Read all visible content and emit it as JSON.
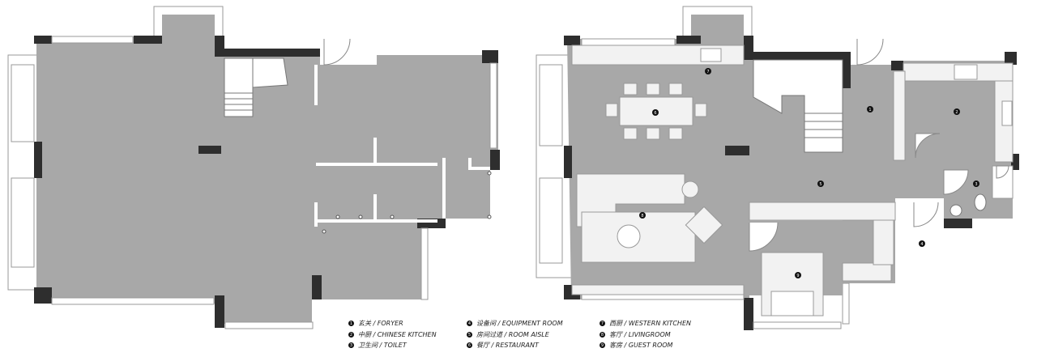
{
  "legend": [
    {
      "num": "1",
      "label": "玄关 / FORYER"
    },
    {
      "num": "2",
      "label": "中厨 / CHINESE KITCHEN"
    },
    {
      "num": "3",
      "label": "卫生间 / TOILET"
    },
    {
      "num": "4",
      "label": "设备间 / EQUIPMENT ROOM"
    },
    {
      "num": "5",
      "label": "房间过道 / ROOM AISLE"
    },
    {
      "num": "6",
      "label": "餐厅 / RESTAURANT"
    },
    {
      "num": "7",
      "label": "西厨 / WESTERN KITCHEN"
    },
    {
      "num": "8",
      "label": "客厅 / LIVINGROOM"
    },
    {
      "num": "9",
      "label": "客房 / GUEST ROOM"
    }
  ],
  "plan_markers": [
    "1",
    "2",
    "3",
    "4",
    "5",
    "6",
    "7",
    "8",
    "9"
  ],
  "colors": {
    "floor": "#a8a8a8",
    "wall": "#2e2e2e",
    "furniture": "#f2f2f2",
    "outline": "#888888"
  }
}
